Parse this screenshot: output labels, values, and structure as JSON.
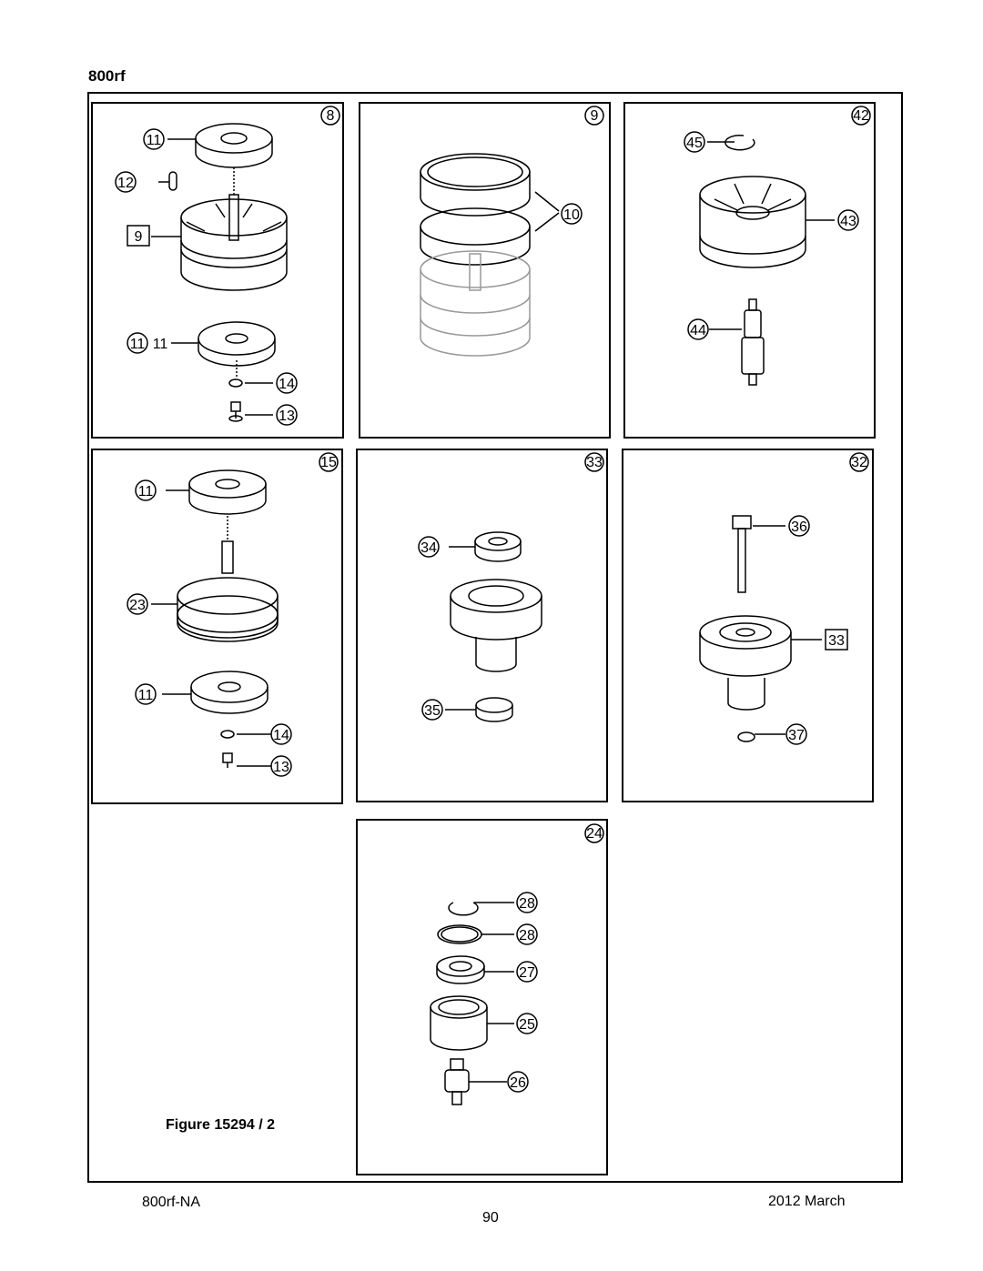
{
  "header": {
    "title": "800rf"
  },
  "figure": {
    "caption": "Figure 15294 / 2"
  },
  "footer": {
    "left": "800rf-NA",
    "page": "90",
    "right": "2012 March"
  },
  "panels": [
    {
      "id": "8",
      "callouts": [
        "11",
        "12",
        "9",
        "11",
        "11",
        "14",
        "13"
      ]
    },
    {
      "id": "9",
      "callouts": [
        "10"
      ]
    },
    {
      "id": "42",
      "callouts": [
        "45",
        "43",
        "44"
      ]
    },
    {
      "id": "15",
      "callouts": [
        "11",
        "23",
        "11",
        "14",
        "13"
      ]
    },
    {
      "id": "33",
      "callouts": [
        "34",
        "35"
      ]
    },
    {
      "id": "32",
      "callouts": [
        "36",
        "33",
        "37"
      ]
    },
    {
      "id": "24",
      "callouts": [
        "28",
        "28",
        "27",
        "25",
        "26"
      ]
    }
  ]
}
